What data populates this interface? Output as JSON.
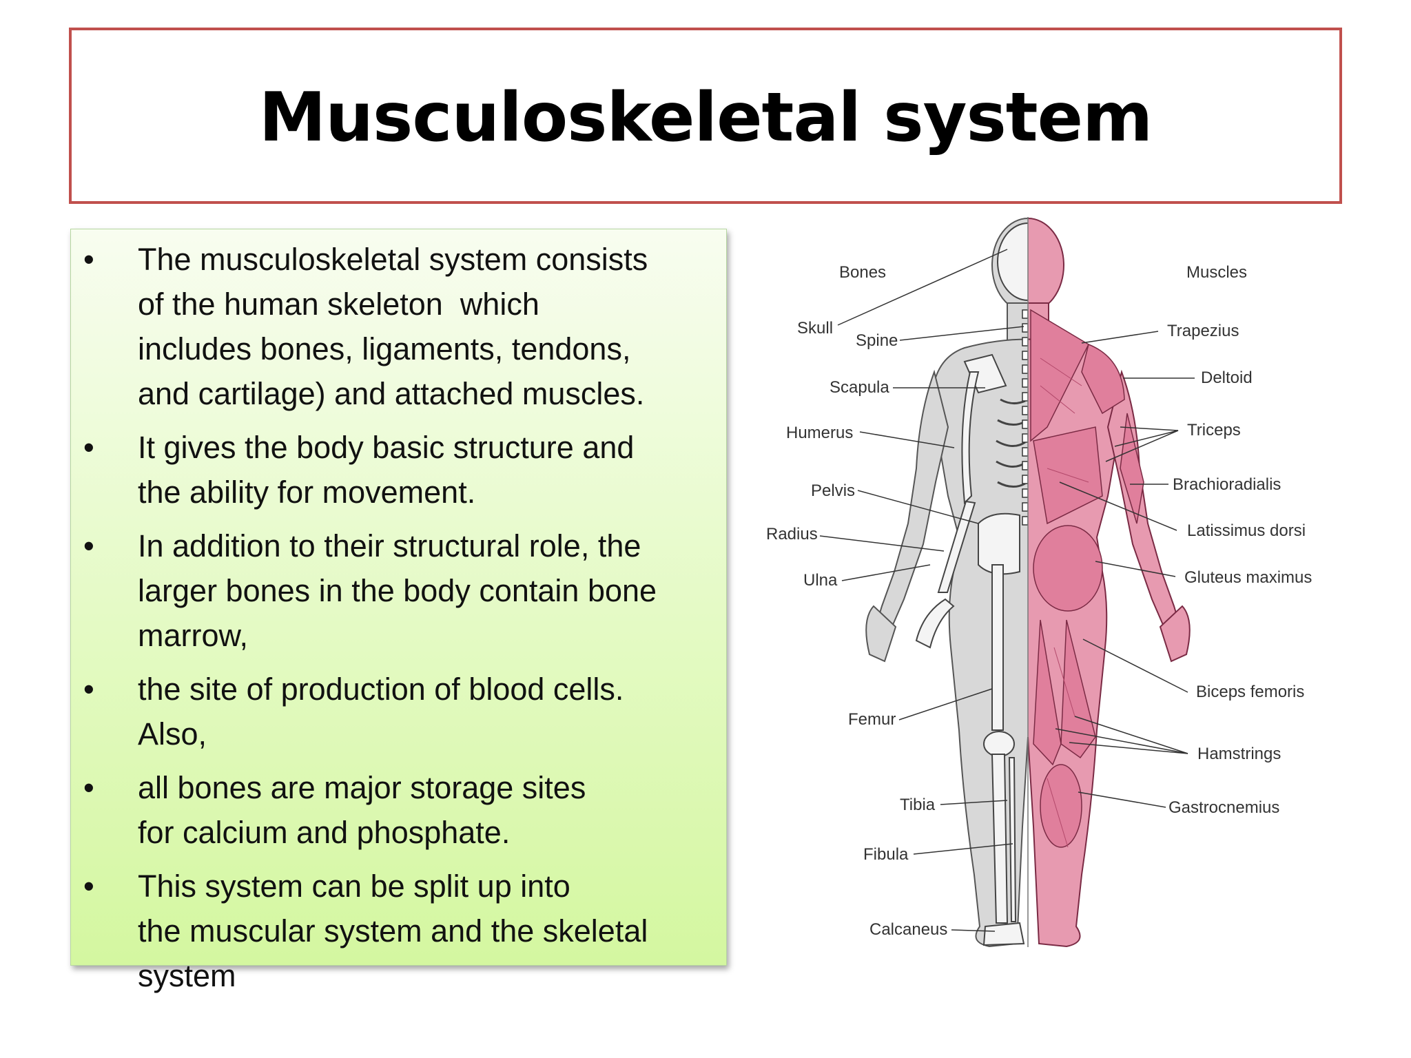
{
  "slide": {
    "title": "Musculoskeletal system",
    "bullets": [
      {
        "lines": [
          "The musculoskeletal system consists",
          "of the human skeleton  which",
          "includes bones, ligaments, tendons,",
          "and cartilage) and attached muscles."
        ]
      },
      {
        "lines": [
          "It gives the body basic structure and",
          "the ability for movement."
        ]
      },
      {
        "lines": [
          "In addition to their structural role, the",
          "larger bones in the body contain bone",
          "marrow,"
        ]
      },
      {
        "lines": [
          "the site of production of blood cells.",
          "Also,"
        ]
      },
      {
        "lines": [
          "all bones are major storage sites",
          "for calcium and phosphate."
        ]
      },
      {
        "lines": [
          "This system can be split up into",
          "the muscular system and the skeletal",
          "system"
        ]
      }
    ],
    "bullet_symbol": "•"
  },
  "diagram": {
    "headers": {
      "left": "Bones",
      "right": "Muscles"
    },
    "bone_labels": [
      "Skull",
      "Spine",
      "Scapula",
      "Humerus",
      "Pelvis",
      "Radius",
      "Ulna",
      "Femur",
      "Tibia",
      "Fibula",
      "Calcaneus"
    ],
    "muscle_labels": [
      "Trapezius",
      "Deltoid",
      "Triceps",
      "Brachioradialis",
      "Latissimus dorsi",
      "Gluteus maximus",
      "Biceps femoris",
      "Hamstrings",
      "Gastrocnemius"
    ]
  },
  "colors": {
    "title_border": "#c0504d",
    "box_gradient_top": "#f8fdf0",
    "box_gradient_bottom": "#d4f7a0",
    "muscle_pink": "#e58fa8",
    "bone_gray": "#d6d6d6"
  }
}
